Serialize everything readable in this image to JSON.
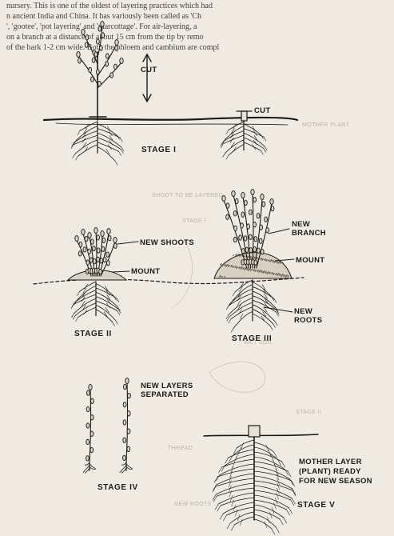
{
  "top_text": {
    "line1": "nursery. This is one of the oldest of layering practices which had",
    "line2": "n ancient India and China. It has variously been called as 'Ch",
    "line3": "', 'gootee', 'pot layering' and 'marcottage'. For air-layering, a",
    "line4": "on a branch at a distance of about 15 cm from the tip by remo",
    "line5": "of the bark 1-2 cm wide. Both the phloem and cambium are compl"
  },
  "stage1": {
    "stage_label": "STAGE I",
    "cut_arrow_label": "CUT",
    "cut_stump_label": "CUT"
  },
  "stage2": {
    "stage_label": "STAGE II",
    "new_shoots_label": "NEW SHOOTS",
    "mount_label": "MOUNT"
  },
  "stage3": {
    "stage_label": "STAGE III",
    "new_branch_label": "NEW\nBRANCH",
    "mount_label": "MOUNT",
    "new_roots_label": "NEW\nROOTS"
  },
  "stage4": {
    "stage_label": "STAGE IV",
    "layers_label": "NEW LAYERS\nSEPARATED"
  },
  "stage5": {
    "stage_label": "STAGE V",
    "mother_label": "MOTHER LAYER\n(PLANT) READY\nFOR NEW SEASON"
  },
  "bleed_through": {
    "a": "MOTHER PLANT",
    "b": "SHOOT TO BE LAYERED",
    "c": "STAGE I",
    "d": "WET SOIL",
    "e": "STAGE II",
    "f": "THREAD",
    "g": "NEW ROOTS"
  }
}
